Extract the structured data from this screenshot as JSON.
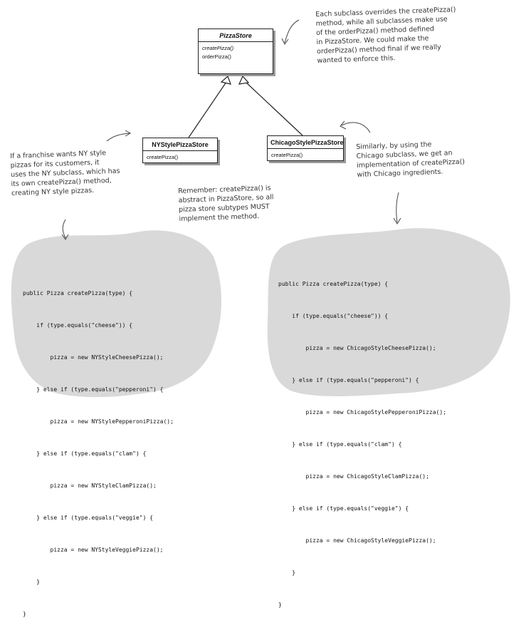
{
  "classes": {
    "pizza_store": {
      "name": "PizzaStore",
      "methods": [
        "createPizza()",
        "orderPizza()"
      ]
    },
    "ny_store": {
      "name": "NYStylePizzaStore",
      "methods": [
        "createPizza()"
      ]
    },
    "chicago_store": {
      "name": "ChicagoStylePizzaStore",
      "methods": [
        "createPizza()"
      ]
    }
  },
  "notes": {
    "top_right": [
      "Each subclass overrides the createPizza()",
      "method, while all subclasses make use",
      "of the orderPizza() method defined",
      "in PizzaStore. We could make the",
      "orderPizza() method final if we really",
      "wanted to enforce this."
    ],
    "left": [
      "If a franchise wants NY style",
      "pizzas for its customers, it",
      "uses the NY subclass, which has",
      "its own createPizza() method,",
      "creating NY style pizzas."
    ],
    "middle": [
      "Remember: createPizza() is",
      "abstract in PizzaStore, so all",
      "pizza store subtypes MUST",
      "implement the method."
    ],
    "right": [
      "Similarly, by using the",
      "Chicago subclass, we get an",
      "implementation of createPizza()",
      "with Chicago ingredients."
    ]
  },
  "code": {
    "ny": [
      "public Pizza createPizza(type) {",
      "    if (type.equals(\"cheese\")) {",
      "        pizza = new NYStyleCheesePizza();",
      "    } else if (type.equals(\"pepperoni\") {",
      "        pizza = new NYStylePepperoniPizza();",
      "    } else if (type.equals(\"clam\") {",
      "        pizza = new NYStyleClamPizza();",
      "    } else if (type.equals(\"veggie\") {",
      "        pizza = new NYStyleVeggiePizza();",
      "    }",
      "}"
    ],
    "chicago": [
      "public Pizza createPizza(type) {",
      "    if (type.equals(\"cheese\")) {",
      "        pizza = new ChicagoStyleCheesePizza();",
      "    } else if (type.equals(\"pepperoni\") {",
      "        pizza = new ChicagoStylePepperoniPizza();",
      "    } else if (type.equals(\"clam\") {",
      "        pizza = new ChicagoStyleClamPizza();",
      "    } else if (type.equals(\"veggie\") {",
      "        pizza = new ChicagoStyleVeggiePizza();",
      "    }",
      "}"
    ]
  }
}
